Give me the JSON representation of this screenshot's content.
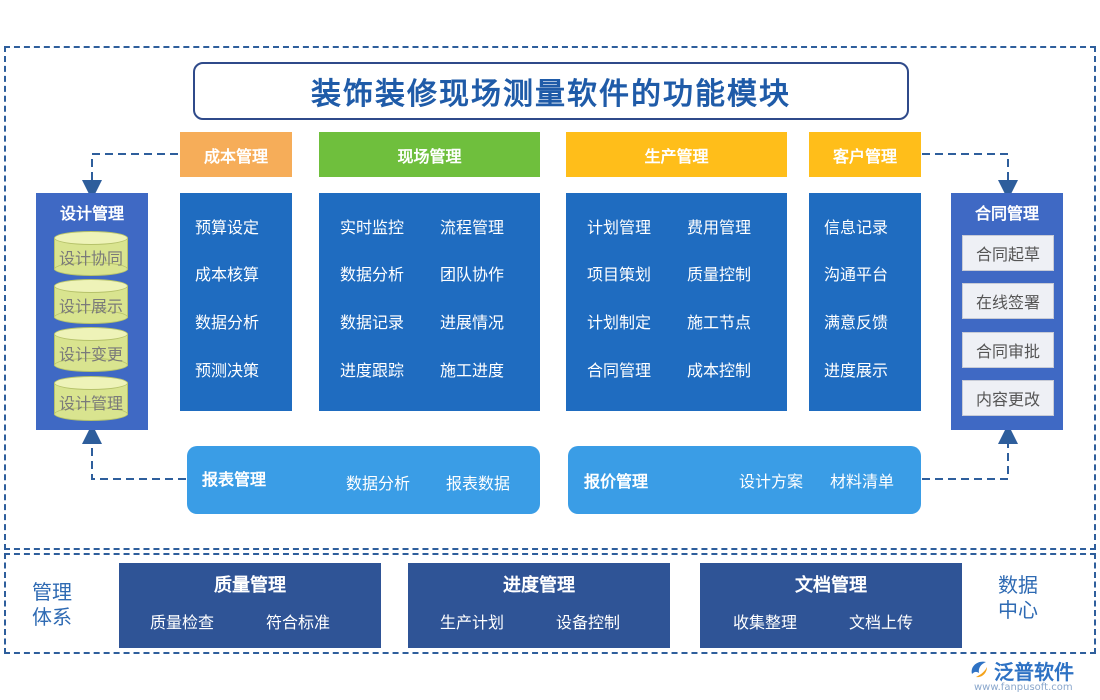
{
  "title": "装饰装修现场测量软件的功能模块",
  "modules": [
    {
      "header": "成本管理",
      "header_color": "#f6ad59",
      "items": [
        "预算设定",
        "成本核算",
        "数据分析",
        "预测决策"
      ]
    },
    {
      "header": "现场管理",
      "header_color": "#6fbf3d",
      "items": [
        "实时监控",
        "流程管理",
        "数据分析",
        "团队协作",
        "数据记录",
        "进展情况",
        "进度跟踪",
        "施工进度"
      ]
    },
    {
      "header": "生产管理",
      "header_color": "#ffbe1a",
      "items": [
        "计划管理",
        "费用管理",
        "项目策划",
        "质量控制",
        "计划制定",
        "施工节点",
        "合同管理",
        "成本控制"
      ]
    },
    {
      "header": "客户管理",
      "header_color": "#ffbe1a",
      "items": [
        "信息记录",
        "沟通平台",
        "满意反馈",
        "进度展示"
      ]
    }
  ],
  "design": {
    "title": "设计管理",
    "items": [
      "设计协同",
      "设计展示",
      "设计变更",
      "设计管理"
    ]
  },
  "contract": {
    "title": "合同管理",
    "items": [
      "合同起草",
      "在线签署",
      "合同审批",
      "内容更改"
    ]
  },
  "report": {
    "title": "报表管理",
    "items": [
      "数据分析",
      "报表数据"
    ]
  },
  "quote": {
    "title": "报价管理",
    "items": [
      "设计方案",
      "材料清单"
    ]
  },
  "bottom": {
    "left_label": [
      "管理",
      "体系"
    ],
    "right_label": [
      "数据",
      "中心"
    ],
    "boxes": [
      {
        "title": "质量管理",
        "items": [
          "质量检查",
          "符合标准"
        ]
      },
      {
        "title": "进度管理",
        "items": [
          "生产计划",
          "设备控制"
        ]
      },
      {
        "title": "文档管理",
        "items": [
          "收集整理",
          "文档上传"
        ]
      }
    ]
  },
  "watermark": {
    "brand": "泛普软件",
    "url": "www.fanpusoft.com"
  },
  "colors": {
    "panel": "#1f6cc0",
    "side": "#3f69c4",
    "bar": "#3a9de6",
    "bottom": "#2f5496",
    "title": "#1f5ba8"
  }
}
